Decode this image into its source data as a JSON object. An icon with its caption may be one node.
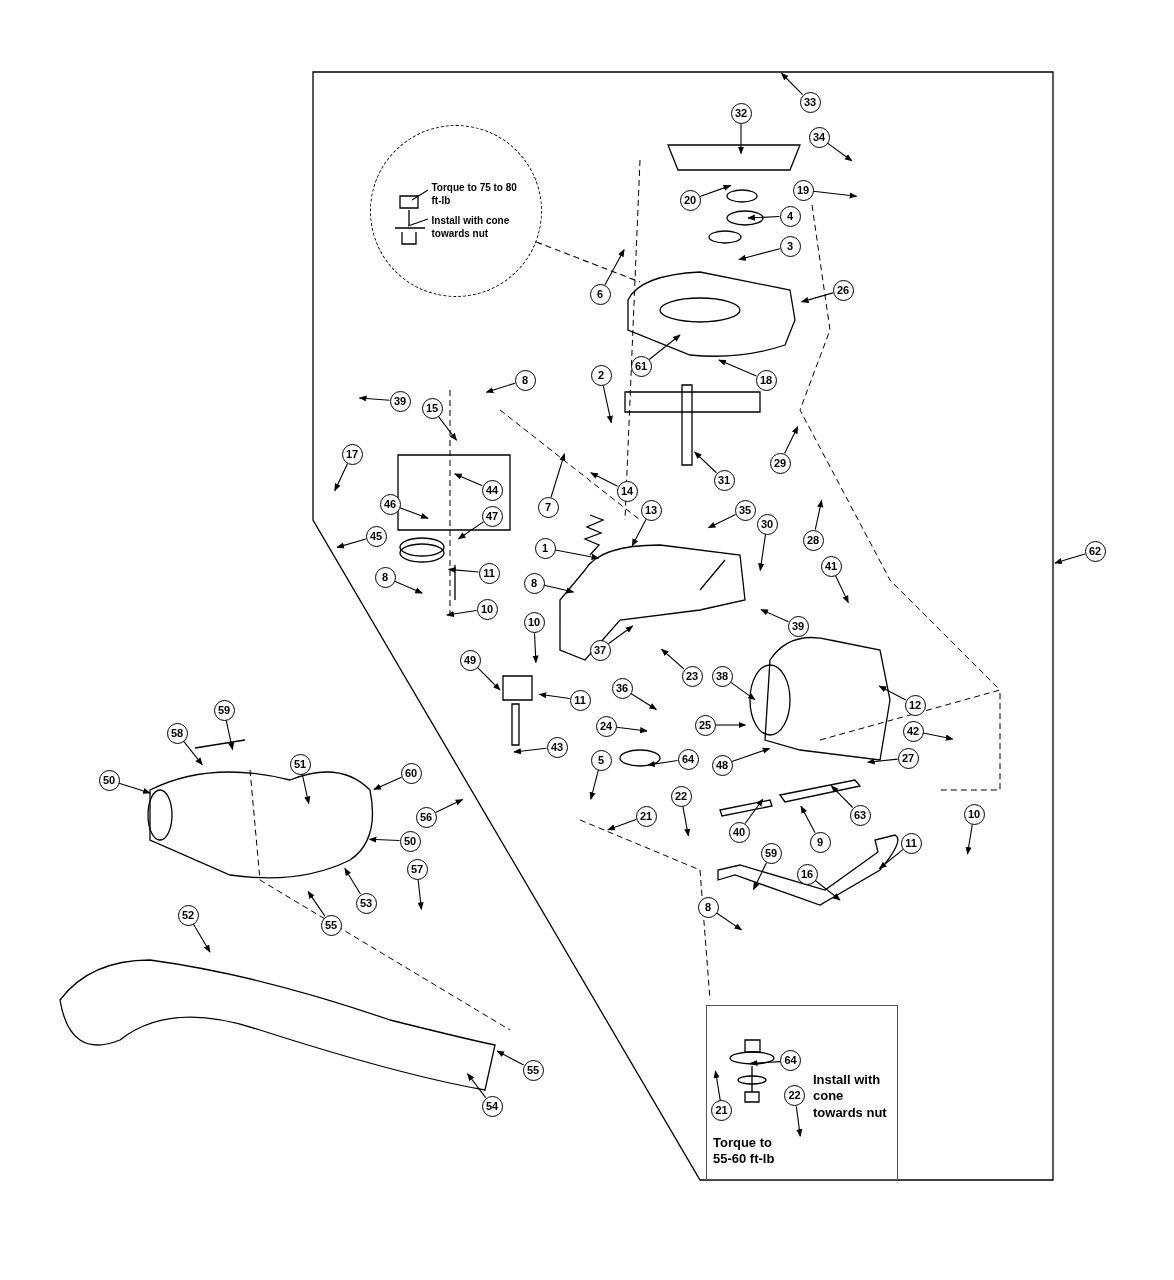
{
  "diagram": {
    "nodes": [
      {
        "text": [],
        "shape": "circle"
      },
      {
        "text": [
          "Torque to 75 to 80 ft-lb"
        ],
        "in": 0
      },
      {
        "text": [
          "Install with cone towards nut"
        ],
        "in": 0
      },
      {
        "text": [
          "32"
        ]
      },
      {
        "text": [
          "33"
        ]
      },
      {
        "text": [
          "34"
        ]
      },
      {
        "text": [
          "19"
        ]
      },
      {
        "text": [
          "20"
        ]
      },
      {
        "text": [
          "4"
        ]
      },
      {
        "text": [
          "3"
        ]
      },
      {
        "text": [
          "6"
        ]
      },
      {
        "text": [
          "26"
        ]
      },
      {
        "text": [
          "61"
        ]
      },
      {
        "text": [
          "18"
        ]
      },
      {
        "text": [
          "2"
        ]
      },
      {
        "text": [
          "8"
        ]
      },
      {
        "text": [
          "39"
        ]
      },
      {
        "text": [
          "15"
        ]
      },
      {
        "text": [
          "17"
        ]
      },
      {
        "text": [
          "44"
        ]
      },
      {
        "text": [
          "31"
        ]
      },
      {
        "text": [
          "29"
        ]
      },
      {
        "text": [
          "14"
        ]
      },
      {
        "text": [
          "46"
        ]
      },
      {
        "text": [
          "13"
        ]
      },
      {
        "text": [
          "7"
        ]
      },
      {
        "text": [
          "35"
        ]
      },
      {
        "text": [
          "47"
        ]
      },
      {
        "text": [
          "30"
        ]
      },
      {
        "text": [
          "45"
        ]
      },
      {
        "text": [
          "28"
        ]
      },
      {
        "text": [
          "1"
        ]
      },
      {
        "text": [
          "62"
        ]
      },
      {
        "text": [
          "41"
        ]
      },
      {
        "text": [
          "11"
        ]
      },
      {
        "text": [
          "8"
        ]
      },
      {
        "text": [
          "8"
        ]
      },
      {
        "text": [
          "10"
        ]
      },
      {
        "text": [
          "10"
        ]
      },
      {
        "text": [
          "39"
        ]
      },
      {
        "text": [
          "37"
        ]
      },
      {
        "text": [
          "49"
        ]
      },
      {
        "text": [
          "11"
        ]
      },
      {
        "text": [
          "23"
        ]
      },
      {
        "text": [
          "38"
        ]
      },
      {
        "text": [
          "36"
        ]
      },
      {
        "text": [
          "12"
        ]
      },
      {
        "text": [
          "59"
        ]
      },
      {
        "text": [
          "25"
        ]
      },
      {
        "text": [
          "24"
        ]
      },
      {
        "text": [
          "42"
        ]
      },
      {
        "text": [
          "58"
        ]
      },
      {
        "text": [
          "43"
        ]
      },
      {
        "text": [
          "27"
        ]
      },
      {
        "text": [
          "64"
        ]
      },
      {
        "text": [
          "5"
        ]
      },
      {
        "text": [
          "51"
        ]
      },
      {
        "text": [
          "48"
        ]
      },
      {
        "text": [
          "60"
        ]
      },
      {
        "text": [
          "50"
        ]
      },
      {
        "text": [
          "22"
        ]
      },
      {
        "text": [
          "10"
        ]
      },
      {
        "text": [
          "63"
        ]
      },
      {
        "text": [
          "21"
        ]
      },
      {
        "text": [
          "56"
        ]
      },
      {
        "text": [
          "40"
        ]
      },
      {
        "text": [
          "50"
        ]
      },
      {
        "text": [
          "11"
        ]
      },
      {
        "text": [
          "9"
        ]
      },
      {
        "text": [
          "59"
        ]
      },
      {
        "text": [
          "57"
        ]
      },
      {
        "text": [
          "16"
        ]
      },
      {
        "text": [
          "53"
        ]
      },
      {
        "text": [
          "8"
        ]
      },
      {
        "text": [
          "52"
        ]
      },
      {
        "text": [
          "55"
        ]
      },
      {
        "text": [
          "Install with cone towards nut",
          "Torque to 55-60 ft-lb"
        ]
      },
      {
        "text": [
          "64"
        ],
        "in": 76
      },
      {
        "text": [
          "55"
        ]
      },
      {
        "text": [
          "22"
        ],
        "in": 76
      },
      {
        "text": [
          "54"
        ]
      },
      {
        "text": [
          "21"
        ],
        "in": 76
      }
    ],
    "edges": [
      {
        "from": 0,
        "to": null,
        "arrow": "none",
        "style": "dashed"
      },
      {
        "from": 1,
        "to": null,
        "arrow": "none"
      },
      {
        "from": 2,
        "to": null,
        "arrow": "none"
      },
      {
        "from": 3,
        "to": null,
        "arrow": "to"
      },
      {
        "from": 4,
        "to": null,
        "arrow": "to"
      },
      {
        "from": 5,
        "to": null,
        "arrow": "to"
      },
      {
        "from": 6,
        "to": null,
        "arrow": "to"
      },
      {
        "from": 7,
        "to": null,
        "arrow": "to"
      },
      {
        "from": 8,
        "to": null,
        "arrow": "to"
      },
      {
        "from": 9,
        "to": null,
        "arrow": "to"
      },
      {
        "from": 10,
        "to": null,
        "arrow": "to"
      },
      {
        "from": 11,
        "to": null,
        "arrow": "to"
      },
      {
        "from": 12,
        "to": null,
        "arrow": "to"
      },
      {
        "from": 13,
        "to": null,
        "arrow": "to"
      },
      {
        "from": 14,
        "to": null,
        "arrow": "to"
      },
      {
        "from": 15,
        "to": null,
        "arrow": "to"
      },
      {
        "from": 16,
        "to": null,
        "arrow": "to"
      },
      {
        "from": 17,
        "to": null,
        "arrow": "to"
      },
      {
        "from": 18,
        "to": null,
        "arrow": "to"
      },
      {
        "from": 19,
        "to": null,
        "arrow": "to"
      },
      {
        "from": 20,
        "to": null,
        "arrow": "to"
      },
      {
        "from": 21,
        "to": null,
        "arrow": "to"
      },
      {
        "from": 22,
        "to": null,
        "arrow": "to"
      },
      {
        "from": 23,
        "to": null,
        "arrow": "to"
      },
      {
        "from": 24,
        "to": null,
        "arrow": "to"
      },
      {
        "from": 25,
        "to": null,
        "arrow": "to"
      },
      {
        "from": 26,
        "to": null,
        "arrow": "to"
      },
      {
        "from": 27,
        "to": null,
        "arrow": "to"
      },
      {
        "from": 28,
        "to": null,
        "arrow": "to"
      },
      {
        "from": 29,
        "to": null,
        "arrow": "to"
      },
      {
        "from": 30,
        "to": null,
        "arrow": "to"
      },
      {
        "from": 31,
        "to": null,
        "arrow": "to"
      },
      {
        "from": 32,
        "to": null,
        "arrow": "to"
      },
      {
        "from": 33,
        "to": null,
        "arrow": "to"
      },
      {
        "from": 34,
        "to": null,
        "arrow": "to"
      },
      {
        "from": 35,
        "to": null,
        "arrow": "to"
      },
      {
        "from": 36,
        "to": null,
        "arrow": "to"
      },
      {
        "from": 37,
        "to": null,
        "arrow": "to"
      },
      {
        "from": 38,
        "to": null,
        "arrow": "to"
      },
      {
        "from": 39,
        "to": null,
        "arrow": "to"
      },
      {
        "from": 40,
        "to": null,
        "arrow": "to"
      },
      {
        "from": 41,
        "to": null,
        "arrow": "to"
      },
      {
        "from": 42,
        "to": null,
        "arrow": "to"
      },
      {
        "from": 43,
        "to": null,
        "arrow": "to"
      },
      {
        "from": 44,
        "to": null,
        "arrow": "to"
      },
      {
        "from": 45,
        "to": null,
        "arrow": "to"
      },
      {
        "from": 46,
        "to": null,
        "arrow": "to"
      },
      {
        "from": 47,
        "to": null,
        "arrow": "to"
      },
      {
        "from": 48,
        "to": null,
        "arrow": "to"
      },
      {
        "from": 49,
        "to": null,
        "arrow": "to"
      },
      {
        "from": 50,
        "to": null,
        "arrow": "to"
      },
      {
        "from": 51,
        "to": null,
        "arrow": "to"
      },
      {
        "from": 52,
        "to": null,
        "arrow": "to"
      },
      {
        "from": 53,
        "to": null,
        "arrow": "to"
      },
      {
        "from": 54,
        "to": null,
        "arrow": "to"
      },
      {
        "from": 55,
        "to": null,
        "arrow": "to"
      },
      {
        "from": 56,
        "to": null,
        "arrow": "to"
      },
      {
        "from": 57,
        "to": null,
        "arrow": "to"
      },
      {
        "from": 58,
        "to": null,
        "arrow": "to"
      },
      {
        "from": 59,
        "to": null,
        "arrow": "to"
      },
      {
        "from": 60,
        "to": null,
        "arrow": "to"
      },
      {
        "from": 61,
        "to": null,
        "arrow": "to"
      },
      {
        "from": 62,
        "to": null,
        "arrow": "to"
      },
      {
        "from": 63,
        "to": null,
        "arrow": "to"
      },
      {
        "from": 64,
        "to": null,
        "arrow": "to"
      },
      {
        "from": 65,
        "to": null,
        "arrow": "to"
      },
      {
        "from": 66,
        "to": null,
        "arrow": "to"
      },
      {
        "from": 67,
        "to": null,
        "arrow": "to"
      },
      {
        "from": 68,
        "to": null,
        "arrow": "to"
      },
      {
        "from": 69,
        "to": null,
        "arrow": "to"
      },
      {
        "from": 70,
        "to": null,
        "arrow": "to"
      },
      {
        "from": 71,
        "to": null,
        "arrow": "to"
      },
      {
        "from": 72,
        "to": null,
        "arrow": "to"
      },
      {
        "from": 73,
        "to": null,
        "arrow": "to"
      },
      {
        "from": 74,
        "to": null,
        "arrow": "to"
      },
      {
        "from": 75,
        "to": null,
        "arrow": "to"
      },
      {
        "from": 77,
        "to": null,
        "arrow": "to"
      },
      {
        "from": 78,
        "to": null,
        "arrow": "to"
      },
      {
        "from": 79,
        "to": null,
        "arrow": "to"
      },
      {
        "from": 80,
        "to": null,
        "arrow": "to"
      },
      {
        "from": 81,
        "to": null,
        "arrow": "to"
      }
    ]
  }
}
